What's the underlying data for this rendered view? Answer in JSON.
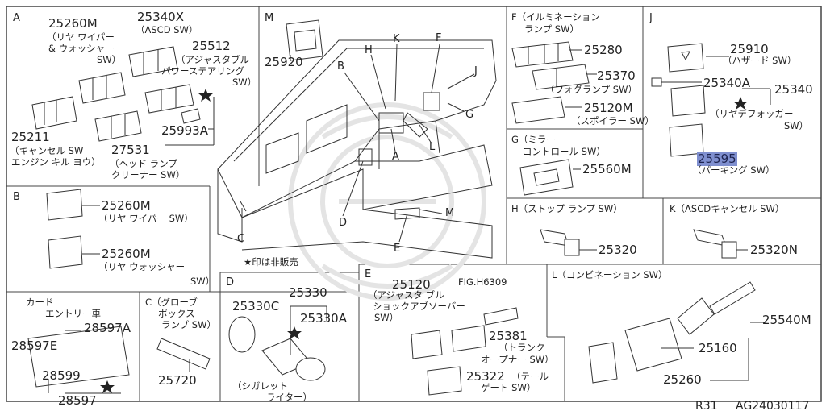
{
  "panels": {
    "A": {
      "letter": "A",
      "p25260M": "25260M",
      "rear_wiper_washer": "（リヤ ワイパー",
      "and_washer": "& ウォッシャー",
      "sw_close": "SW）",
      "p25340X": "25340X",
      "ascd_sw": "（ASCD SW）",
      "p25512": "25512",
      "adj_power_steer_1": "（アジャスタブル",
      "adj_power_steer_2": "パワーステアリング",
      "adj_power_steer_3": "SW）",
      "p25211": "25211",
      "cancel_sw": "（キャンセル SW",
      "engine_key": "エンジン キル ヨウ）",
      "p27531": "27531",
      "headlamp_1": "（ヘッド ランプ",
      "headlamp_2": "クリーナー SW）",
      "p25993A": "25993A"
    },
    "M": {
      "letter": "M",
      "p25920": "25920"
    },
    "F": {
      "letter": "F",
      "illum_1": "F（イルミネーション",
      "illum_2": "ランプ SW）",
      "p25280": "25280",
      "p25370": "25370",
      "fog": "（フォグランプ SW）",
      "p25120M": "25120M",
      "spoiler": "（スポイラー SW）"
    },
    "J": {
      "letter": "J",
      "p25910": "25910",
      "hazard": "（ハザード SW）",
      "p25340A": "25340A",
      "p25340": "25340",
      "defog_1": "（リヤデフォッガー",
      "defog_2": "SW）",
      "p25595": "25595",
      "parking": "（パーキング SW）"
    },
    "G": {
      "mirror_1": "G（ミラー",
      "mirror_2": "コントロール SW）",
      "p25560M": "25560M"
    },
    "B": {
      "letter": "B",
      "p25260M_1": "25260M",
      "rear_wiper": "（リヤ ワイパー SW）",
      "p25260M_2": "25260M",
      "rear_washer": "（リヤ ウォッシャー",
      "sw_close": "SW）",
      "not_sold": "★印は非販売"
    },
    "H": {
      "stop_lamp": "H（ストップ ランプ SW）",
      "p25320": "25320"
    },
    "K": {
      "ascd_cancel": "K（ASCDキャンセル SW）",
      "p25320N": "25320N"
    },
    "card": {
      "title_1": "カード",
      "title_2": "エントリー車",
      "p28597A": "28597A",
      "p28597E": "28597E",
      "p28599": "28599",
      "p28597": "28597"
    },
    "C": {
      "glovebox_1": "C（グローブ",
      "glovebox_2": "ボックス",
      "glovebox_3": "ランプ SW）",
      "p25720": "25720"
    },
    "D": {
      "letter": "D",
      "p25330": "25330",
      "p25330C": "25330C",
      "p25330A": "25330A",
      "cig_1": "（シガレット",
      "cig_2": "ライター）"
    },
    "E": {
      "letter": "E",
      "p25120": "25120",
      "shock_1": "（アジャスタ ブル",
      "shock_2": "ショックアブソーバー",
      "shock_3": "SW）",
      "fig": "FIG.H6309",
      "p25381": "25381",
      "trunk_1": "（トランク",
      "trunk_2": "オープナー SW）",
      "p25322": "25322",
      "tail_1": "（テール",
      "tail_2": "ゲート SW）"
    },
    "L": {
      "combination": "L（コンビネーション SW）",
      "p25540M": "25540M",
      "p25160": "25160",
      "p25260": "25260"
    }
  },
  "dash_labels": {
    "B": "B",
    "H": "H",
    "K": "K",
    "F": "F",
    "J": "J",
    "G": "G",
    "A": "A",
    "L": "L",
    "C": "C",
    "D": "D",
    "E": "E",
    "M": "M"
  },
  "footer": {
    "model": "R31",
    "code": "AG24030117"
  }
}
